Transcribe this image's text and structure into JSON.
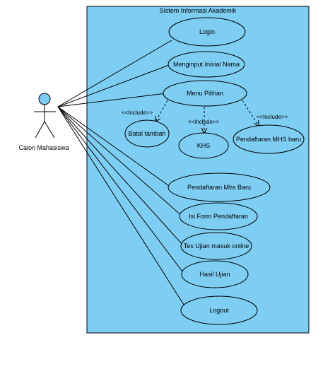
{
  "system": {
    "title": "Sistem Informasi Akademik",
    "fill": "#7ecef4"
  },
  "actor": {
    "name": "Calon Mahasiswa",
    "head_fill": "#7ecef4"
  },
  "use_cases": [
    {
      "id": "login",
      "label": "Login"
    },
    {
      "id": "inisial",
      "label": "Menginput Inisial Nama"
    },
    {
      "id": "menu",
      "label": "Menu Pilihan"
    },
    {
      "id": "batal",
      "label": "Batal tambah"
    },
    {
      "id": "khs",
      "label": "KHS"
    },
    {
      "id": "pendmhs",
      "label": "Pendaftaran MHS baru"
    },
    {
      "id": "pendbaru",
      "label": "Pendaftaran Mhs Baru"
    },
    {
      "id": "isiform",
      "label": "Isi Form Pendaftaran"
    },
    {
      "id": "tes",
      "label": "Tes Ujian masuk online"
    },
    {
      "id": "hasil",
      "label": "Hasil Ujian"
    },
    {
      "id": "logout",
      "label": "Logout"
    }
  ],
  "includes": [
    {
      "from": "menu",
      "to": "batal",
      "label": "<<Include>>"
    },
    {
      "from": "menu",
      "to": "khs",
      "label": "<<Include>>"
    },
    {
      "from": "menu",
      "to": "pendmhs",
      "label": "<<Include>>"
    }
  ],
  "associations": [
    "login",
    "inisial",
    "menu",
    "pendbaru",
    "isiform",
    "tes",
    "hasil",
    "logout"
  ]
}
